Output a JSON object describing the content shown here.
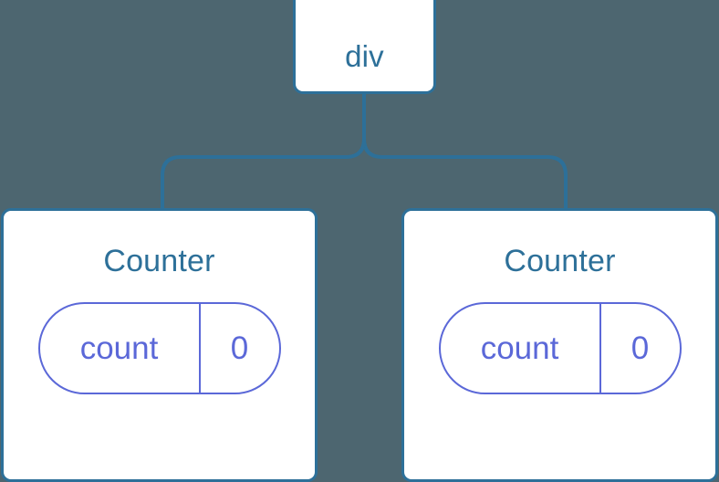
{
  "diagram": {
    "type": "component-tree",
    "background_color": "#4d6670",
    "node_fill_color": "#ffffff",
    "node_border_color": "#2d7099",
    "node_text_color": "#2d7099",
    "connector_color": "#2d7099",
    "state_pill_color": "#5b68d8",
    "root": {
      "label": "div"
    },
    "children": [
      {
        "label": "Counter",
        "state": {
          "key": "count",
          "value": "0"
        }
      },
      {
        "label": "Counter",
        "state": {
          "key": "count",
          "value": "0"
        }
      }
    ]
  }
}
